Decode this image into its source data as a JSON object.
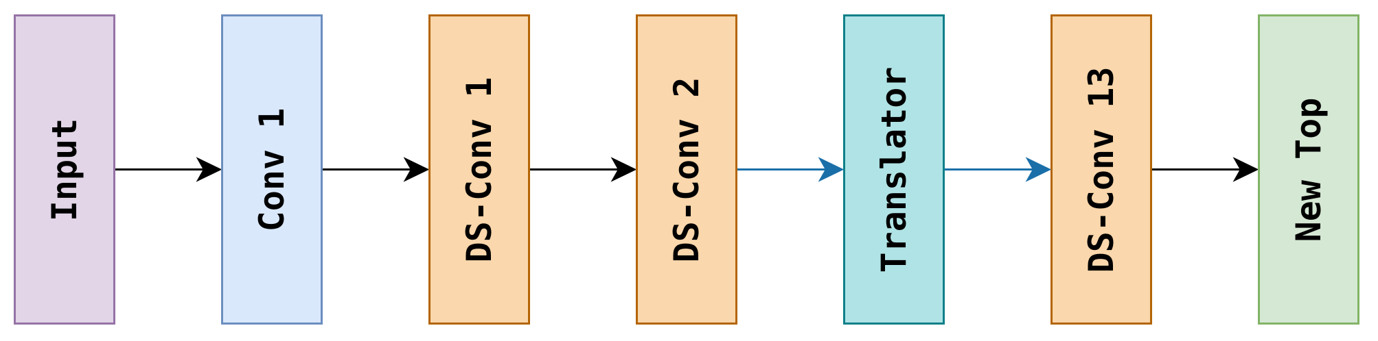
{
  "blocks": [
    {
      "id": "input",
      "label": "Input",
      "fill": "#e1d5e7",
      "stroke": "#9673a6"
    },
    {
      "id": "conv-1",
      "label": "Conv 1",
      "fill": "#dae8fc",
      "stroke": "#6c8ebf"
    },
    {
      "id": "ds-conv-1",
      "label": "DS-Conv 1",
      "fill": "#fad7ac",
      "stroke": "#b46504"
    },
    {
      "id": "ds-conv-2",
      "label": "DS-Conv 2",
      "fill": "#fad7ac",
      "stroke": "#b46504"
    },
    {
      "id": "translator",
      "label": "Translator",
      "fill": "#b0e3e6",
      "stroke": "#0e8088"
    },
    {
      "id": "ds-conv-13",
      "label": "DS-Conv 13",
      "fill": "#fad7ac",
      "stroke": "#b46504"
    },
    {
      "id": "new-top",
      "label": "New Top",
      "fill": "#d5e8d4",
      "stroke": "#82b366"
    }
  ],
  "arrows": [
    {
      "from": "input",
      "to": "conv-1",
      "color": "#000000"
    },
    {
      "from": "conv-1",
      "to": "ds-conv-1",
      "color": "#000000"
    },
    {
      "from": "ds-conv-1",
      "to": "ds-conv-2",
      "color": "#000000"
    },
    {
      "from": "ds-conv-2",
      "to": "translator",
      "color": "#1a6fa8"
    },
    {
      "from": "translator",
      "to": "ds-conv-13",
      "color": "#1a6fa8"
    },
    {
      "from": "ds-conv-13",
      "to": "new-top",
      "color": "#000000"
    }
  ]
}
